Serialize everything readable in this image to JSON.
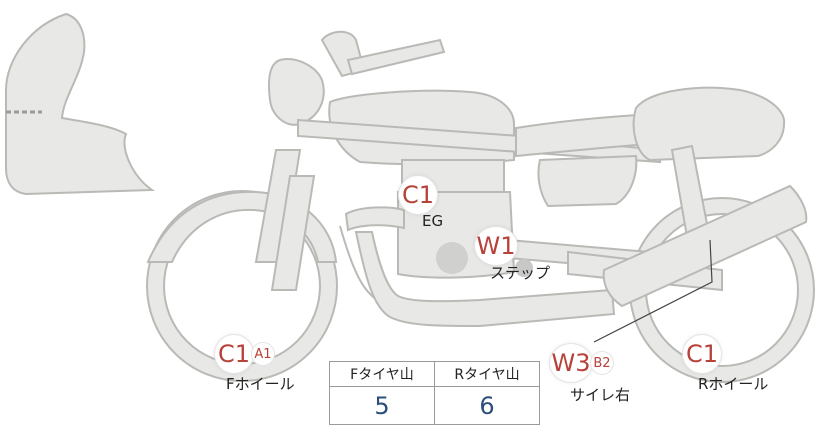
{
  "markers": {
    "engine": {
      "code": "C1",
      "label": "EG"
    },
    "step": {
      "code": "W1",
      "label": "ステップ"
    },
    "front_wheel": {
      "code": "C1",
      "sub": "A1",
      "label": "Fホイール"
    },
    "muffler_right": {
      "code": "W3",
      "sub": "B2",
      "label": "サイレ右"
    },
    "rear_wheel": {
      "code": "C1",
      "label": "Rホイール"
    }
  },
  "tread_table": {
    "headers": [
      "Fタイヤ山",
      "Rタイヤ山"
    ],
    "values": [
      "5",
      "6"
    ]
  },
  "colors": {
    "part_fill": "#e8e8e6",
    "part_stroke": "#b9b9b6",
    "code_color": "#b7423a",
    "value_color": "#2c4f7a"
  }
}
